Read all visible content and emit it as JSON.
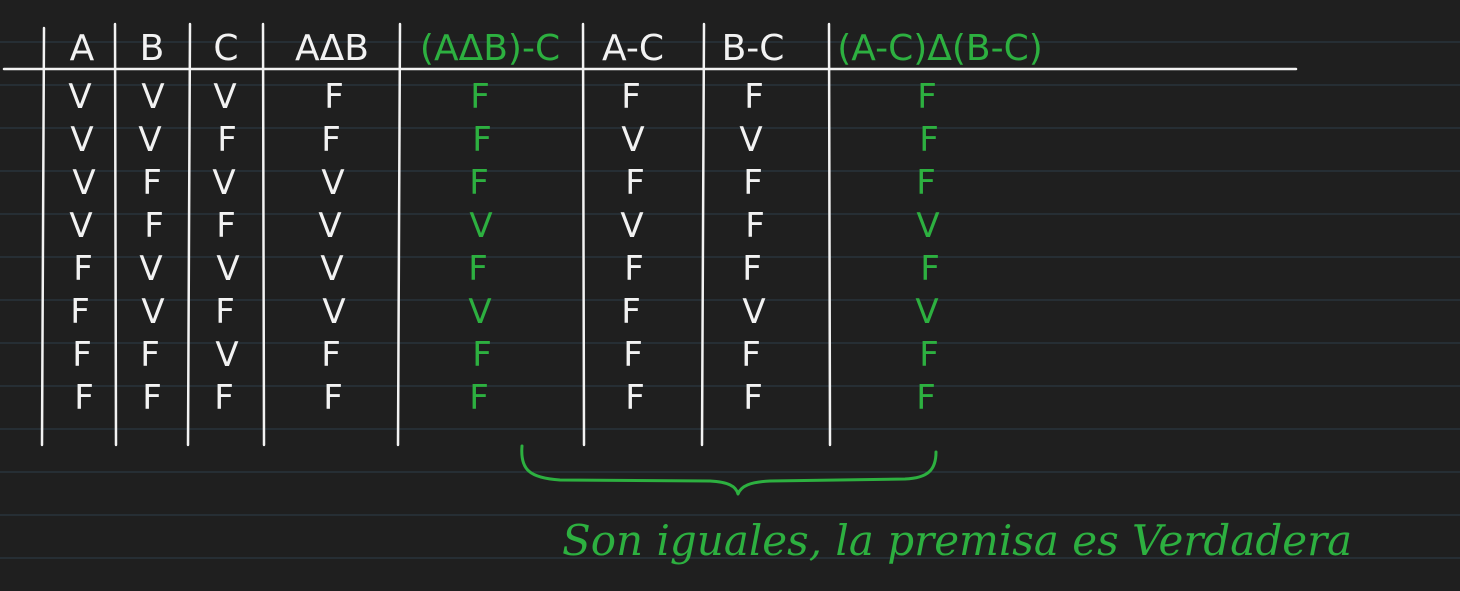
{
  "colors": {
    "background": "#1f1f1f",
    "ruled_line": "#2e3d4a",
    "white_ink": "#f2f2f2",
    "green_ink": "#2db040"
  },
  "table": {
    "headers": [
      "A",
      "B",
      "C",
      "AΔB",
      "(AΔB)-C",
      "A-C",
      "B-C",
      "(A-C)Δ(B-C)"
    ],
    "header_colors": [
      "white",
      "white",
      "white",
      "white",
      "green",
      "white",
      "white",
      "green"
    ],
    "column_colors": [
      "white",
      "white",
      "white",
      "white",
      "green",
      "white",
      "white",
      "green"
    ],
    "rows": [
      [
        "V",
        "V",
        "V",
        "F",
        "F",
        "F",
        "F",
        "F"
      ],
      [
        "V",
        "V",
        "F",
        "F",
        "F",
        "V",
        "V",
        "F"
      ],
      [
        "V",
        "F",
        "V",
        "V",
        "F",
        "F",
        "F",
        "F"
      ],
      [
        "V",
        "F",
        "F",
        "V",
        "V",
        "V",
        "F",
        "V"
      ],
      [
        "F",
        "V",
        "V",
        "V",
        "F",
        "F",
        "F",
        "F"
      ],
      [
        "F",
        "V",
        "F",
        "V",
        "V",
        "F",
        "V",
        "V"
      ],
      [
        "F",
        "F",
        "V",
        "F",
        "F",
        "F",
        "F",
        "F"
      ],
      [
        "F",
        "F",
        "F",
        "F",
        "F",
        "F",
        "F",
        "F"
      ]
    ]
  },
  "conclusion": {
    "text": "Son iguales, la premisa es Verdadera"
  }
}
